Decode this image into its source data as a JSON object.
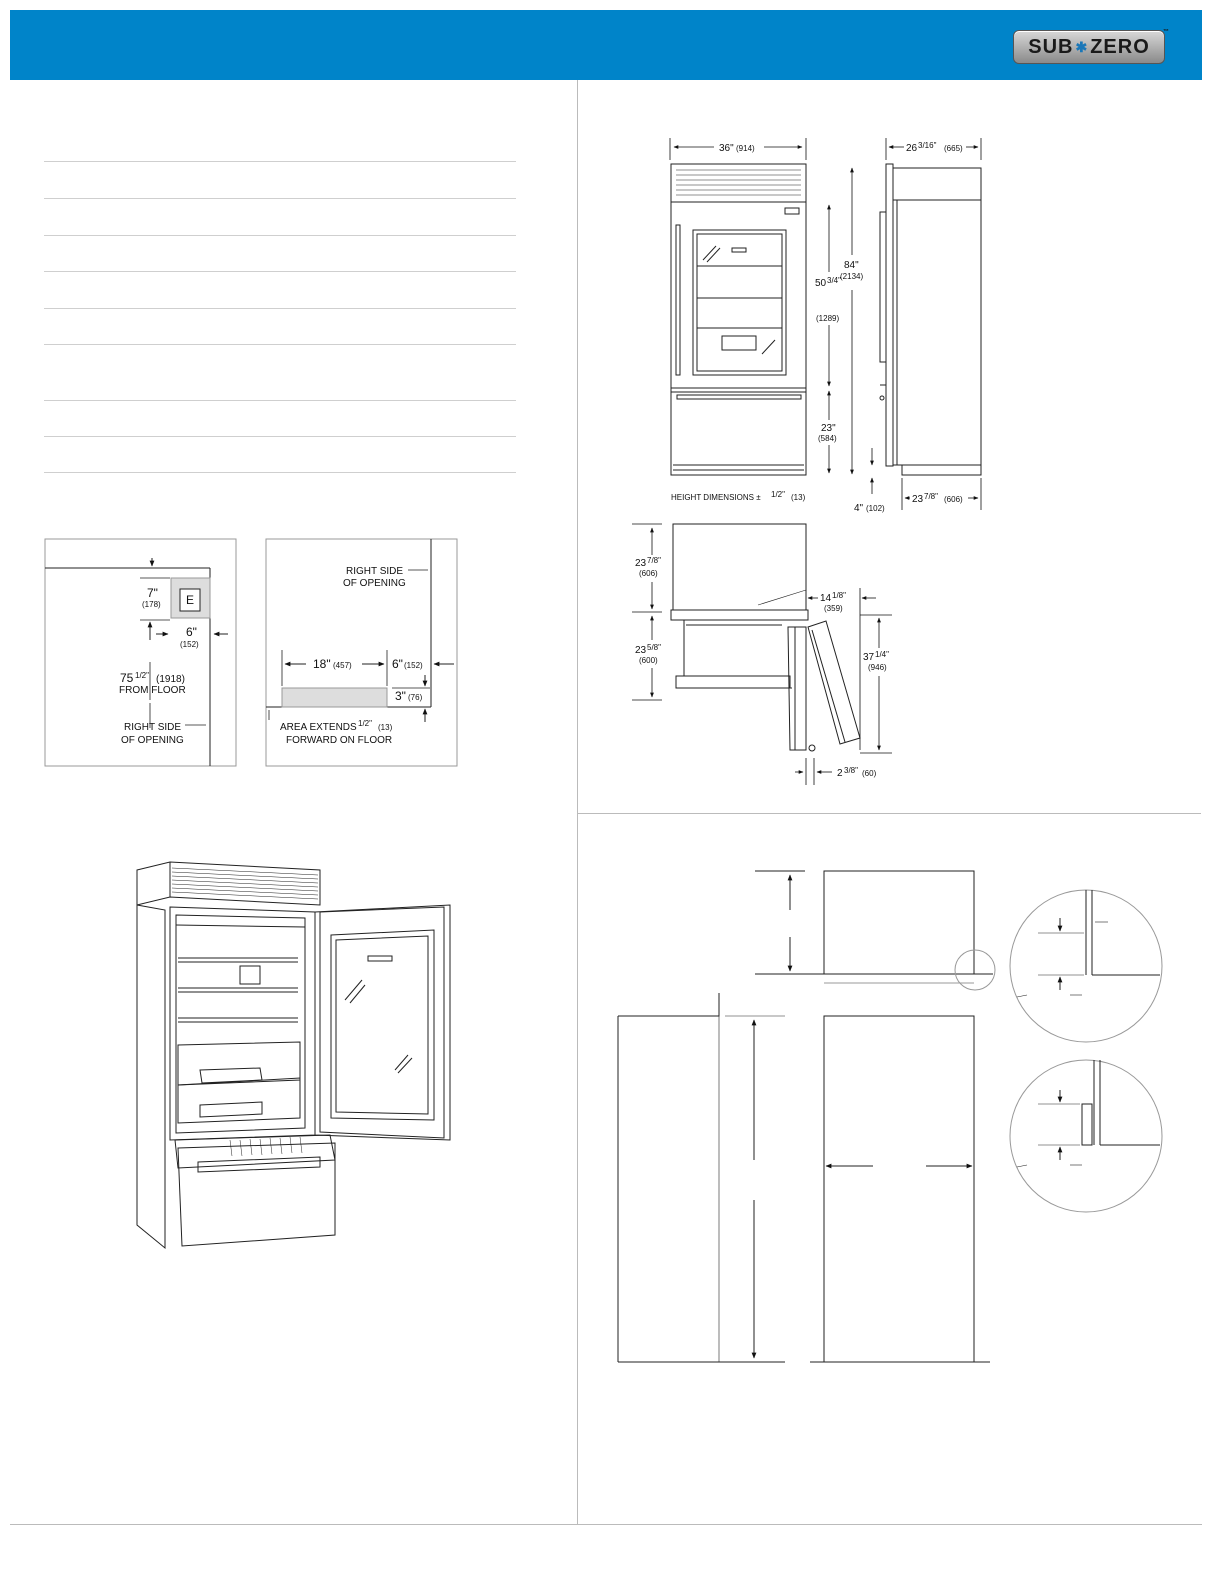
{
  "brand": {
    "logo_left": "SUB",
    "logo_right": "ZERO"
  },
  "front_view": {
    "width": "36\"",
    "width_mm": "(914)",
    "depth": "26",
    "depth_frac": "3/16\"",
    "depth_mm": "(665)",
    "height": "84\"",
    "height_mm": "(2134)",
    "upper": "50",
    "upper_frac": "3/4\"",
    "upper_mm": "(1289)",
    "lower": "23\"",
    "lower_mm": "(584)",
    "base": "4\"",
    "base_mm": "(102)",
    "case_depth": "23",
    "case_depth_frac": "7/8\"",
    "case_depth_mm": "(606)",
    "height_note": "HEIGHT DIMENSIONS ±",
    "height_note_frac": "1/2\"",
    "height_note_mm": "(13)"
  },
  "top_view": {
    "case": "23",
    "case_frac": "7/8\"",
    "case_mm": "(606)",
    "door": "23",
    "door_frac": "5/8\"",
    "door_mm": "(600)",
    "side": "14",
    "side_frac": "1/8\"",
    "side_mm": "(359)",
    "swing": "37",
    "swing_frac": "1/4\"",
    "swing_mm": "(946)",
    "offset": "2",
    "offset_frac": "3/8\"",
    "offset_mm": "(60)"
  },
  "electrical": {
    "outlet_letter": "E",
    "top": "7\"",
    "top_mm": "(178)",
    "side": "6\"",
    "side_mm": "(152)",
    "floor": "75",
    "floor_frac": "1/2\"",
    "floor_mm": "(1918)",
    "floor_note": "FROM FLOOR",
    "right_side_1": "RIGHT SIDE",
    "right_side_2": "OF OPENING"
  },
  "water": {
    "right_side_1": "RIGHT SIDE",
    "right_side_2": "OF OPENING",
    "width": "18\"",
    "width_mm": "(457)",
    "side": "6\"",
    "side_mm": "(152)",
    "height": "3\"",
    "height_mm": "(76)",
    "note_1": "AREA EXTENDS",
    "note_frac": "1/2\"",
    "note_mm": "(13)",
    "note_2": "FORWARD ON FLOOR"
  }
}
